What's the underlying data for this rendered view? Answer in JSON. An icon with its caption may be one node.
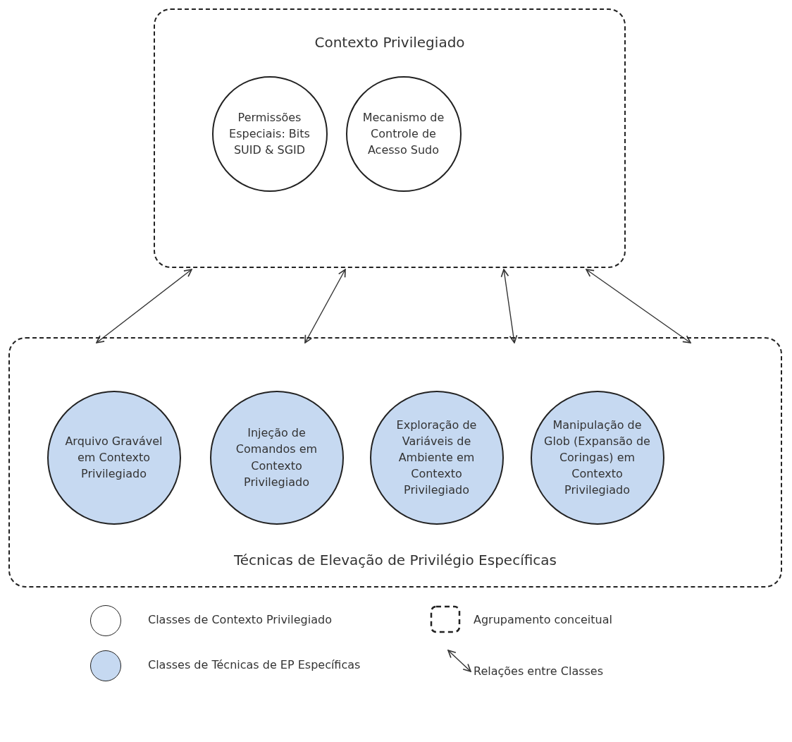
{
  "diagram": {
    "nodes": [
      {
        "text": [
          "Contexto Privilegiado"
        ]
      },
      {
        "text": [
          "Permissões Especiais: Bits SUID & SGID"
        ],
        "in": 0
      },
      {
        "text": [
          "Mecanismo de Controle de Acesso Sudo"
        ],
        "in": 0
      },
      {
        "text": [
          "Técnicas de Elevação de Privilégio Específicas"
        ]
      },
      {
        "text": [
          "Arquivo Gravável em Contexto Privilegiado"
        ],
        "in": 3
      },
      {
        "text": [
          "Injeção de Comandos em Contexto Privilegiado"
        ],
        "in": 3
      },
      {
        "text": [
          "Exploração de Variáveis de Ambiente em Contexto Privilegiado"
        ],
        "in": 3
      },
      {
        "text": [
          "Manipulação de Glob (Expansão de Coringas) em Contexto Privilegiado"
        ],
        "in": 3
      }
    ],
    "edges": [
      {
        "from": 0,
        "to": 3,
        "arrow": "both"
      },
      {
        "from": 0,
        "to": 3,
        "arrow": "both"
      },
      {
        "from": 0,
        "to": 3,
        "arrow": "both"
      },
      {
        "from": 0,
        "to": 3,
        "arrow": "both"
      }
    ],
    "legend": [
      {
        "text": "Classes de Contexto Privilegiado",
        "color": "#ffffff"
      },
      {
        "text": "Classes de Técnicas de EP Específicas",
        "color": "#c6d9f1"
      },
      {
        "text": "Agrupamento conceitual"
      },
      {
        "text": "Relações entre Classes"
      }
    ]
  }
}
